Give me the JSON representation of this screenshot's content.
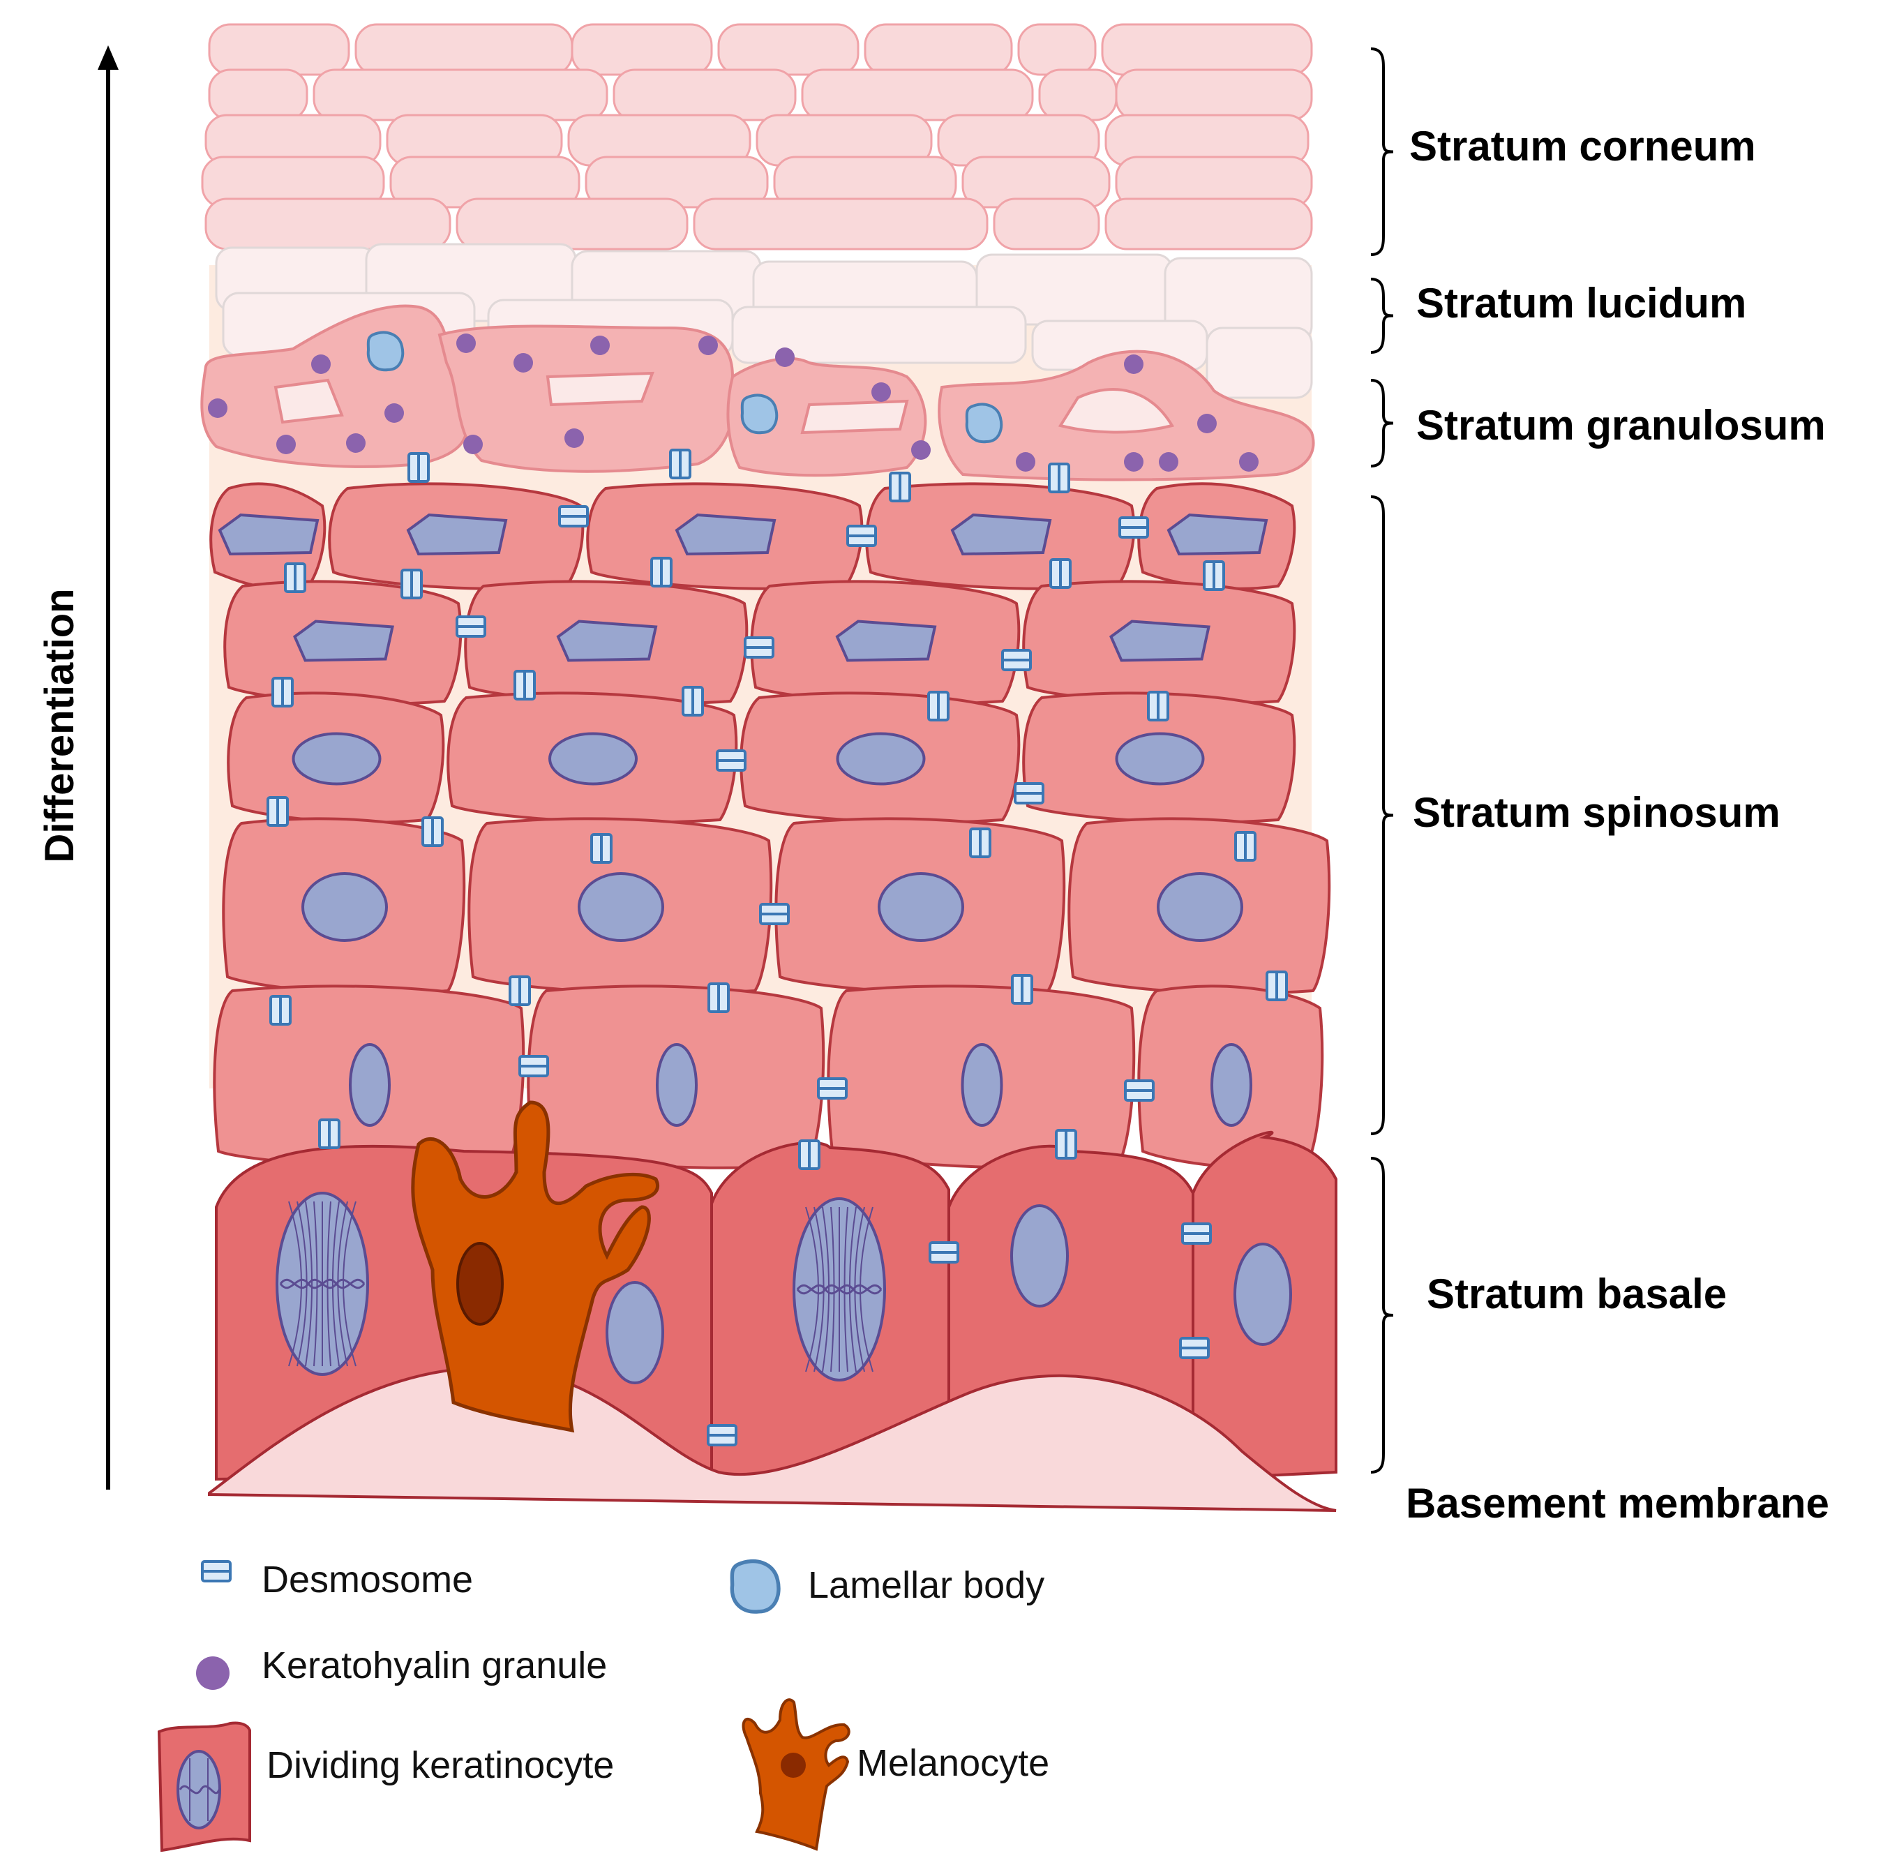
{
  "axis": {
    "label": "Differentiation"
  },
  "layers": [
    {
      "id": "corneum",
      "label": "Stratum corneum"
    },
    {
      "id": "lucidum",
      "label": "Stratum lucidum"
    },
    {
      "id": "granulosum",
      "label": "Stratum granulosum"
    },
    {
      "id": "spinosum",
      "label": "Stratum spinosum"
    },
    {
      "id": "basale",
      "label": "Stratum basale"
    },
    {
      "id": "basement",
      "label": "Basement membrane"
    }
  ],
  "legend": [
    {
      "id": "desmosome",
      "label": "Desmosome",
      "icon": "desmosome-icon"
    },
    {
      "id": "lamellar",
      "label": "Lamellar body",
      "icon": "lamellar-body-icon"
    },
    {
      "id": "granule",
      "label": "Keratohyalin granule",
      "icon": "keratohyalin-granule-icon"
    },
    {
      "id": "dividing",
      "label": "Dividing keratinocyte",
      "icon": "dividing-keratinocyte-icon"
    },
    {
      "id": "melanocyte",
      "label": "Melanocyte",
      "icon": "melanocyte-icon"
    }
  ],
  "colors": {
    "corneum_fill": "#f9d9da",
    "corneum_stroke": "#f0a3a8",
    "lucidum_fill": "#fbeeee",
    "lucidum_stroke": "#e0d8d8",
    "granulosum_fill": "#f4b2b3",
    "granulosum_stroke": "#e58a8f",
    "spinosum_fill": "#ef9292",
    "spinosum_stroke": "#b6383f",
    "basale_fill": "#e56d6f",
    "basale_stroke": "#a52a33",
    "nucleus_fill": "#99a6cf",
    "nucleus_stroke": "#5b4c92",
    "granule_fill": "#8b63ad",
    "lamellar_fill": "#9fc4e6",
    "lamellar_stroke": "#4a7fb3",
    "desmosome_fill": "#dbeaf8",
    "desmosome_stroke": "#3b77b4",
    "melanocyte_fill": "#d45500",
    "melanocyte_stroke": "#8a3200",
    "membrane_fill": "#f9d9da",
    "interstitial": "#fde9dc"
  }
}
